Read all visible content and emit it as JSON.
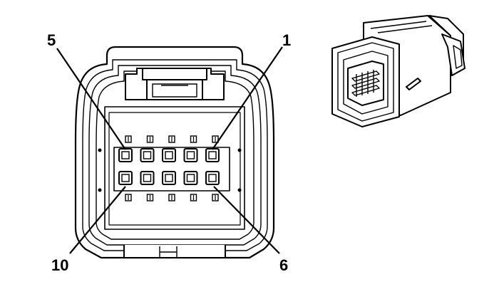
{
  "pin_labels": {
    "top_left": "5",
    "top_right": "1",
    "bottom_left": "10",
    "bottom_right": "6"
  },
  "cavities": {
    "rows": 2,
    "per_row": 5
  }
}
